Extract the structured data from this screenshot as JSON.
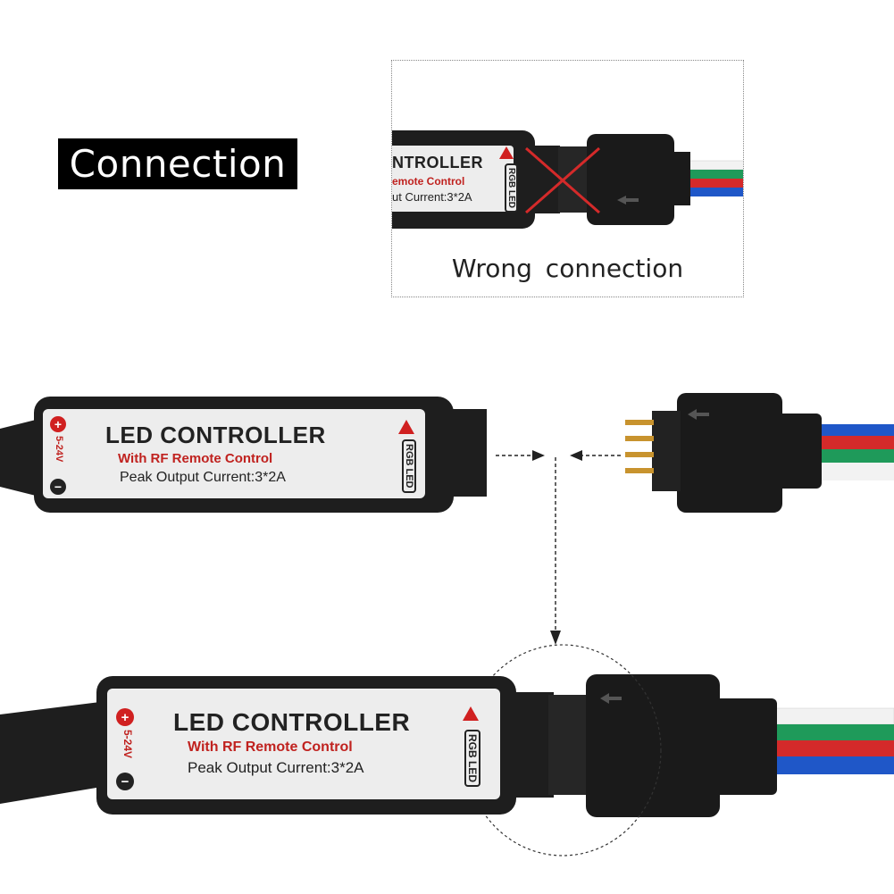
{
  "title": "Connection",
  "wrong": {
    "controller_title_partial": "NTROLLER",
    "controller_sub_partial": "emote Control",
    "controller_peak_partial": "ut Current:3*2A",
    "rgb_label": "RGB LED",
    "caption": "Wrong  connection"
  },
  "controller_top": {
    "title": "LED CONTROLLER",
    "subtitle": "With RF Remote Control",
    "peak": "Peak Output Current:3*2A",
    "voltage": "5-24V",
    "plus": "+",
    "minus": "−",
    "rgb_label": "RGB LED"
  },
  "controller_bottom": {
    "title": "LED CONTROLLER",
    "subtitle": "With RF Remote Control",
    "peak": "Peak Output Current:3*2A",
    "voltage": "5-24V",
    "plus": "+",
    "minus": "−",
    "rgb_label": "RGB LED"
  },
  "colors": {
    "body_black": "#1e1e1e",
    "face": "#ededed",
    "accent_red": "#d02020",
    "wire_blue": "#1f57c8",
    "wire_red": "#d42a2a",
    "wire_green": "#1f9a5a",
    "wire_white": "#f2f2f2",
    "pin_gold": "#c8932e"
  },
  "icons": [
    "red-x-icon",
    "arrow-left-icon",
    "arrow-down-icon",
    "dashed-circle-icon"
  ]
}
